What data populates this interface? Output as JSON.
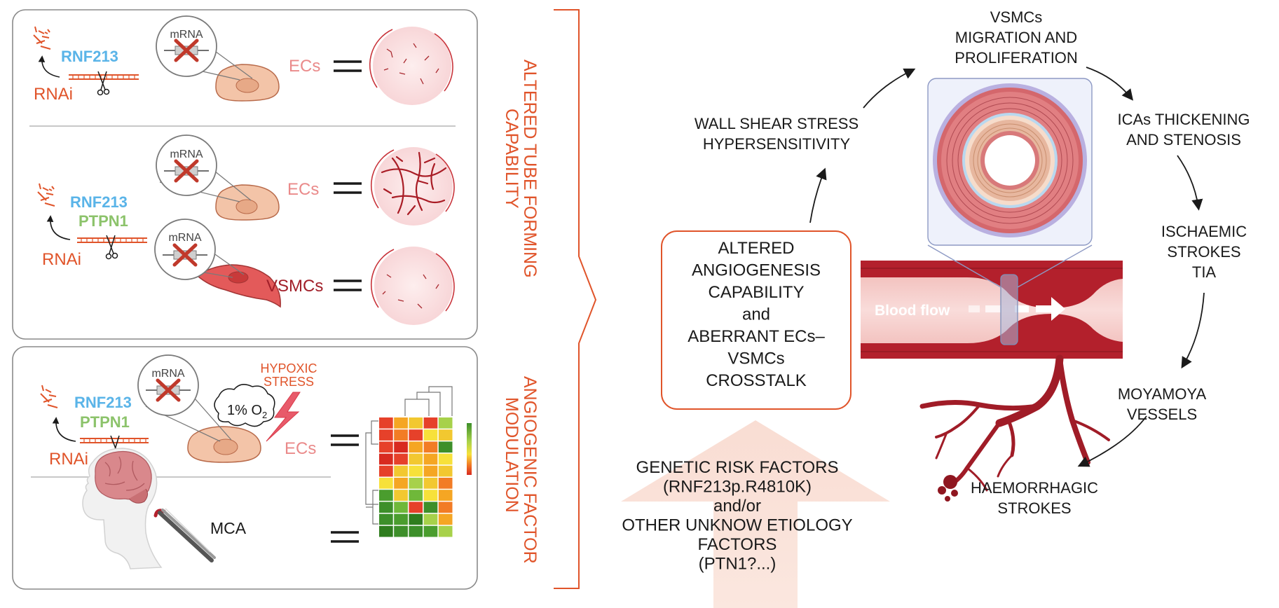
{
  "panel1": {
    "row1": {
      "gene1": "RNF213",
      "rnai": "RNAi",
      "mrna": "mRNA",
      "cell": "ECs"
    },
    "row2": {
      "gene1": "RNF213",
      "gene2": "PTPN1",
      "rnai": "RNAi",
      "mrna_a": "mRNA",
      "cell_a": "ECs",
      "mrna_b": "mRNA",
      "cell_b": "VSMCs"
    }
  },
  "panel2": {
    "gene1": "RNF213",
    "gene2": "PTPN1",
    "rnai": "RNAi",
    "mrna": "mRNA",
    "hypoxic_line1": "HYPOXIC",
    "hypoxic_line2": "STRESS",
    "oxygen": "1% O",
    "oxygen_sub": "2",
    "cell": "ECs",
    "mca": "MCA"
  },
  "vertical_labels": {
    "top_line1": "ALTERED TUBE FORMING",
    "top_line2": "CAPABILITY",
    "bottom_line1": "ANGIOGENIC FACTOR",
    "bottom_line2": "MODULATION"
  },
  "central_box": [
    "ALTERED",
    "ANGIOGENESIS",
    "CAPABILITY",
    "and",
    "ABERRANT ECs–",
    "VSMCs",
    "CROSSTALK"
  ],
  "genetic": [
    "GENETIC RISK FACTORS",
    "(RNF213p.R4810K)",
    "and/or",
    "OTHER UNKNOW ETIOLOGY",
    "FACTORS",
    "(PTN1?...)"
  ],
  "cycle": {
    "wss": [
      "WALL SHEAR STRESS",
      "HYPERSENSITIVITY"
    ],
    "vsmcs": [
      "VSMCs",
      "MIGRATION AND",
      "PROLIFERATION"
    ],
    "icas": [
      "ICAs THICKENING",
      "AND STENOSIS"
    ],
    "isch": [
      "ISCHAEMIC",
      "STROKES",
      "TIA"
    ],
    "moya": [
      "MOYAMOYA",
      "VESSELS"
    ],
    "haem": [
      "HAEMORRHAGIC",
      "STROKES"
    ]
  },
  "blood_flow": "Blood flow",
  "colors": {
    "orange": "#e0542a",
    "blue": "#5ab4e8",
    "green": "#8cc36b",
    "vessel": "#b3202c",
    "cell": "#f3c4a8",
    "panel_border": "#8a8a8a"
  },
  "heatmap": {
    "rows": 10,
    "cols": 5,
    "cells": [
      [
        "#e6412a",
        "#f5a623",
        "#f2c830",
        "#e6412a",
        "#a7d14a"
      ],
      [
        "#e6412a",
        "#f27c25",
        "#e6412a",
        "#f7e13a",
        "#f2c830"
      ],
      [
        "#e6412a",
        "#d82a20",
        "#f5a623",
        "#f27c25",
        "#3d8f2a"
      ],
      [
        "#d82a20",
        "#e6412a",
        "#f2c830",
        "#f5a623",
        "#f7e13a"
      ],
      [
        "#e6412a",
        "#f2c830",
        "#f7e13a",
        "#f5a623",
        "#f2c830"
      ],
      [
        "#f7e13a",
        "#f5a623",
        "#a7d14a",
        "#f2c830",
        "#f27c25"
      ],
      [
        "#4a9d2e",
        "#f2c830",
        "#6fb83a",
        "#f7e13a",
        "#f5a623"
      ],
      [
        "#3d8f2a",
        "#6fb83a",
        "#e6412a",
        "#3d8f2a",
        "#f27c25"
      ],
      [
        "#3d8f2a",
        "#4a9d2e",
        "#2f7d1e",
        "#a7d14a",
        "#f5a623"
      ],
      [
        "#2f7d1e",
        "#3d8f2a",
        "#3d8f2a",
        "#4a9d2e",
        "#a7d14a"
      ]
    ]
  }
}
